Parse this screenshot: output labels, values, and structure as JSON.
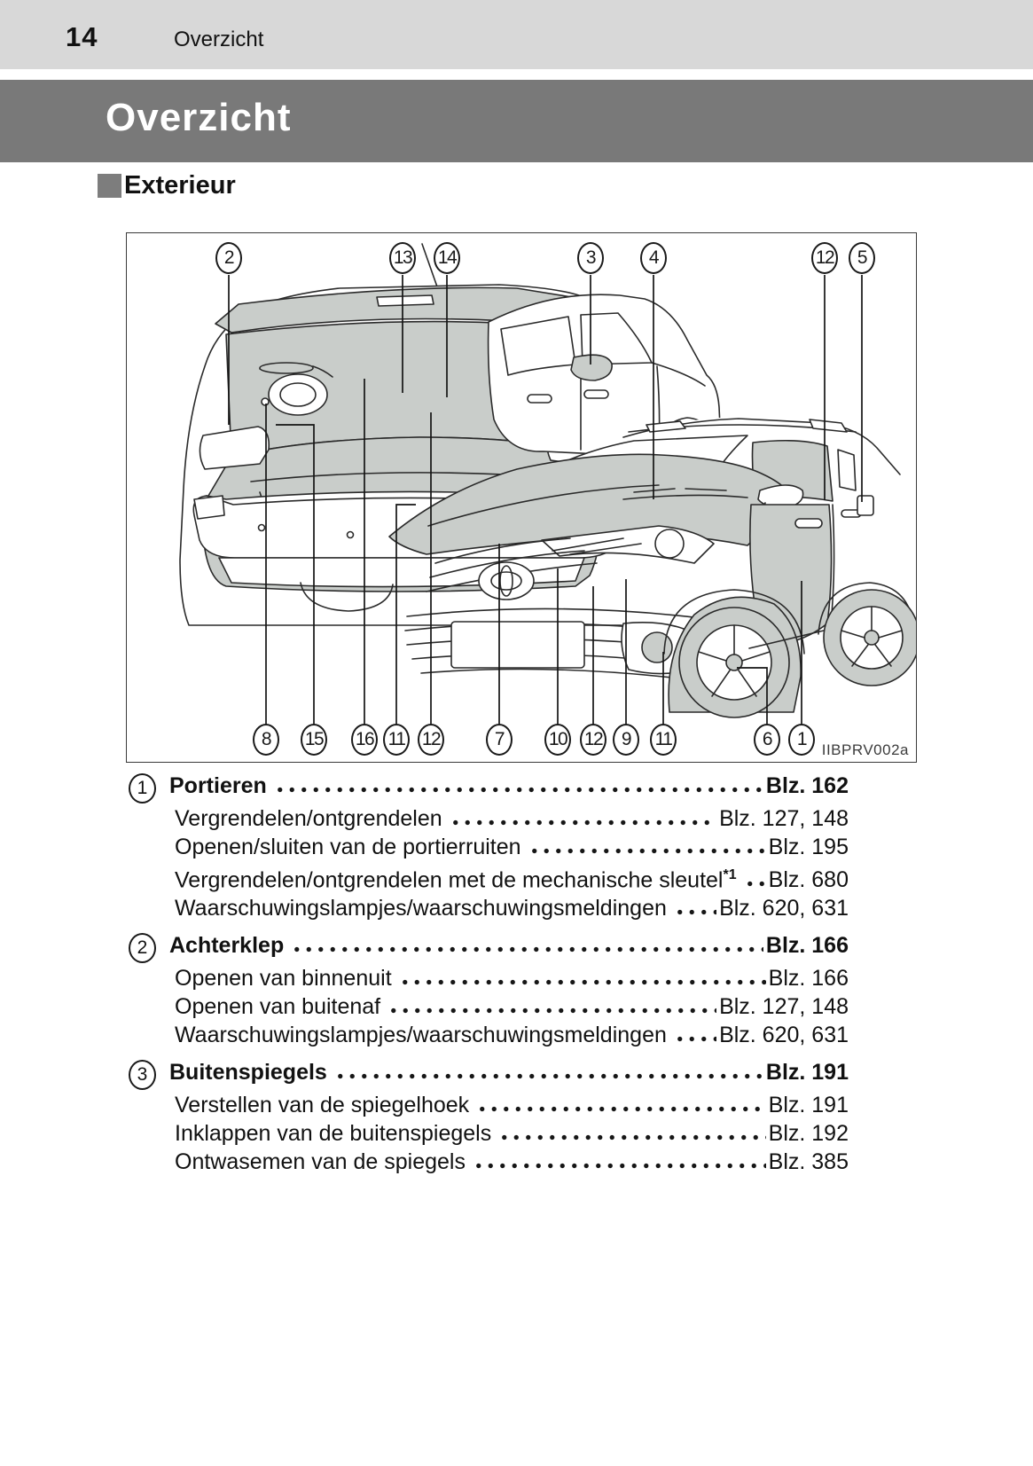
{
  "colors": {
    "header_strip": "#d8d8d8",
    "banner": "#797979",
    "heading_square": "#7d7d7d",
    "diagram_shade": "#c9cdca",
    "line": "#1a1a1a"
  },
  "header": {
    "page_number": "14",
    "section_label": "Overzicht"
  },
  "banner": {
    "title": "Overzicht"
  },
  "exterior": {
    "heading": "Exterieur"
  },
  "figure": {
    "code": "IIBPRV002a",
    "top_callouts": [
      "2",
      "13",
      "14",
      "3",
      "4",
      "12",
      "5"
    ],
    "bottom_callouts": [
      "8",
      "15",
      "16",
      "11",
      "12",
      "7",
      "10",
      "12",
      "9",
      "11",
      "6",
      "1"
    ]
  },
  "toc": {
    "sections": [
      {
        "number": "1",
        "title": "Portieren",
        "page_ref": "Blz. 162",
        "items": [
          {
            "label": "Vergrendelen/ontgrendelen",
            "page_ref": "Blz. 127, 148"
          },
          {
            "label": "Openen/sluiten van de portierruiten",
            "page_ref": "Blz. 195"
          },
          {
            "label": "Vergrendelen/ontgrendelen met de mechanische sleutel",
            "sup": "*1",
            "page_ref": "Blz. 680"
          },
          {
            "label": "Waarschuwingslampjes/waarschuwingsmeldingen",
            "page_ref": "Blz. 620, 631"
          }
        ]
      },
      {
        "number": "2",
        "title": "Achterklep",
        "page_ref": "Blz. 166",
        "items": [
          {
            "label": "Openen van binnenuit",
            "page_ref": "Blz. 166"
          },
          {
            "label": "Openen van buitenaf",
            "page_ref": "Blz. 127, 148"
          },
          {
            "label": "Waarschuwingslampjes/waarschuwingsmeldingen",
            "page_ref": "Blz. 620, 631"
          }
        ]
      },
      {
        "number": "3",
        "title": "Buitenspiegels",
        "page_ref": "Blz. 191",
        "items": [
          {
            "label": "Verstellen van de spiegelhoek",
            "page_ref": "Blz. 191"
          },
          {
            "label": "Inklappen van de buitenspiegels",
            "page_ref": "Blz. 192"
          },
          {
            "label": "Ontwasemen van de spiegels",
            "page_ref": "Blz. 385"
          }
        ]
      }
    ]
  }
}
